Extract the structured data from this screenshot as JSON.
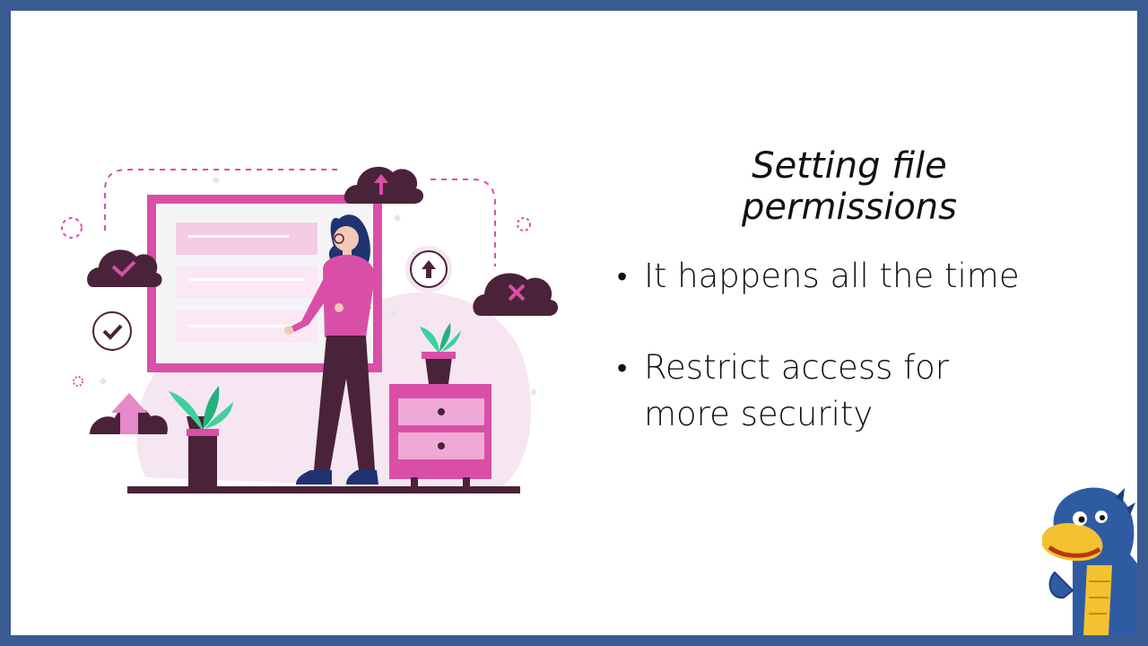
{
  "slide": {
    "title": "Setting file permissions",
    "bullets": [
      {
        "text": "It happens all the time"
      },
      {
        "text": "Restrict access for more security"
      }
    ]
  },
  "illustration": {
    "subject": "woman presenting a web page with cloud upload, approve and reject icons",
    "colors": {
      "magenta": "#d94fa7",
      "dark_plum": "#4a2239",
      "light_pink": "#f6e6f1",
      "green": "#3ed29b"
    }
  },
  "logo": {
    "subject": "mascot",
    "colors": {
      "blue": "#2f5ba3",
      "yellow": "#f2c230"
    }
  },
  "frame": {
    "border_color": "#3a5a94"
  }
}
